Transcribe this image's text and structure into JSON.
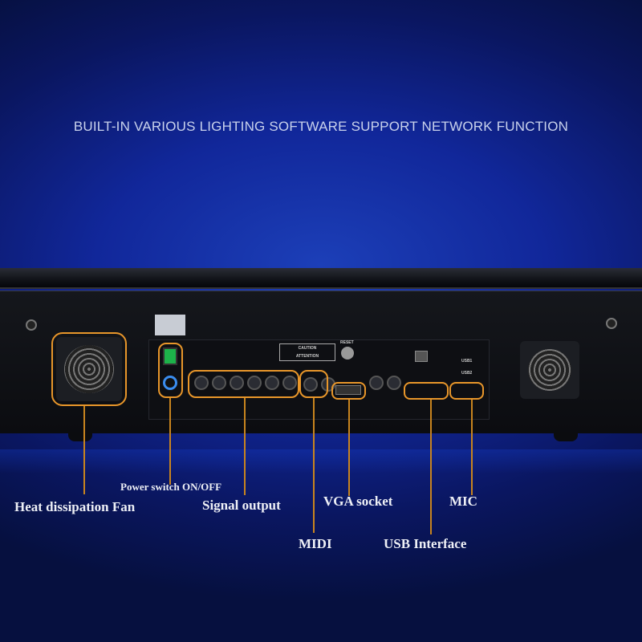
{
  "headline": "BUILT-IN VARIOUS LIGHTING SOFTWARE SUPPORT NETWORK FUNCTION",
  "panel_markings": {
    "caution": "CAUTION",
    "attention": "ATTENTION",
    "reset": "RESET",
    "usb1": "USB1",
    "usb2": "USB2"
  },
  "callouts": {
    "fan": "Heat dissipation Fan",
    "power": "Power switch ON/OFF",
    "signal": "Signal output",
    "midi": "MIDI",
    "vga": "VGA socket",
    "usb": "USB Interface",
    "mic": "MIC"
  },
  "colors": {
    "callout": "#e8962a",
    "background": "#11279a"
  }
}
